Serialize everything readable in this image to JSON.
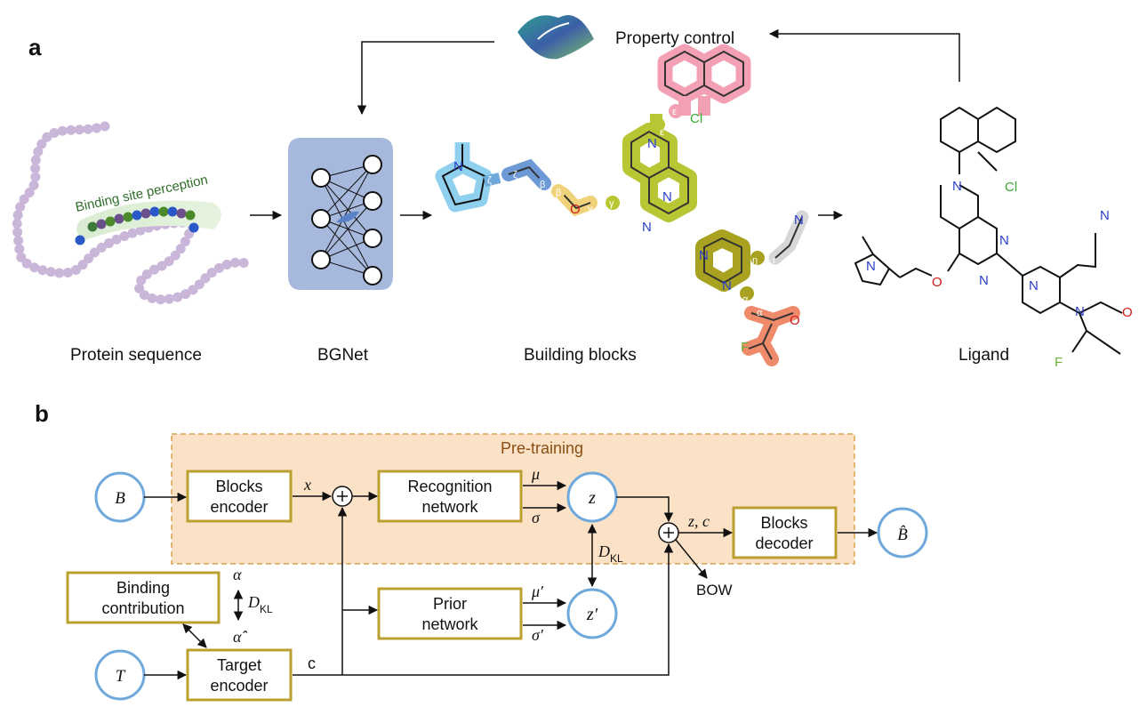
{
  "panel_a": {
    "label": "a",
    "property_control": "Property control",
    "binding_site": "Binding site perception",
    "protein_sequence": "Protein sequence",
    "bgnet": "BGNet",
    "building_blocks": "Building blocks",
    "ligand": "Ligand",
    "block_letters": {
      "epsilon": "ε",
      "zeta": "ζ",
      "beta": "β",
      "gamma": "γ",
      "delta": "δ",
      "eta": "η",
      "alpha": "α",
      "iota": "ι"
    },
    "atoms": {
      "N": "N",
      "O": "O",
      "Cl": "Cl",
      "F": "F"
    }
  },
  "panel_b": {
    "label": "b",
    "pretraining": "Pre-training",
    "nodes": {
      "B": "B",
      "B_hat": "B̂",
      "T": "T",
      "z": "z",
      "z_prime": "z′"
    },
    "boxes": {
      "blocks_encoder_1": "Blocks",
      "blocks_encoder_2": "encoder",
      "recognition_1": "Recognition",
      "recognition_2": "network",
      "blocks_decoder_1": "Blocks",
      "blocks_decoder_2": "decoder",
      "binding_1": "Binding",
      "binding_2": "contribution",
      "prior_1": "Prior",
      "prior_2": "network",
      "target_1": "Target",
      "target_2": "encoder"
    },
    "edge_labels": {
      "x": "x",
      "mu": "μ",
      "sigma": "σ",
      "mu_prime": "μ′",
      "sigma_prime": "σ′",
      "zc": "z, c",
      "c": "c",
      "bow": "BOW",
      "dkl": "D",
      "dkl_sub": "KL",
      "alpha": "α",
      "alpha_hat": "α̂"
    }
  },
  "colors": {
    "box_border": "#b9a030",
    "circle_border": "#6fa9dc",
    "pretrain_fill": "#fbe1c6",
    "pretrain_border": "#d9a451",
    "bgnet_fill": "#a7b8dd",
    "nitrogen": "#2a3fc9",
    "oxygen": "#d11b1b",
    "chlorine": "#3aa832",
    "fluorine": "#6db13d"
  }
}
